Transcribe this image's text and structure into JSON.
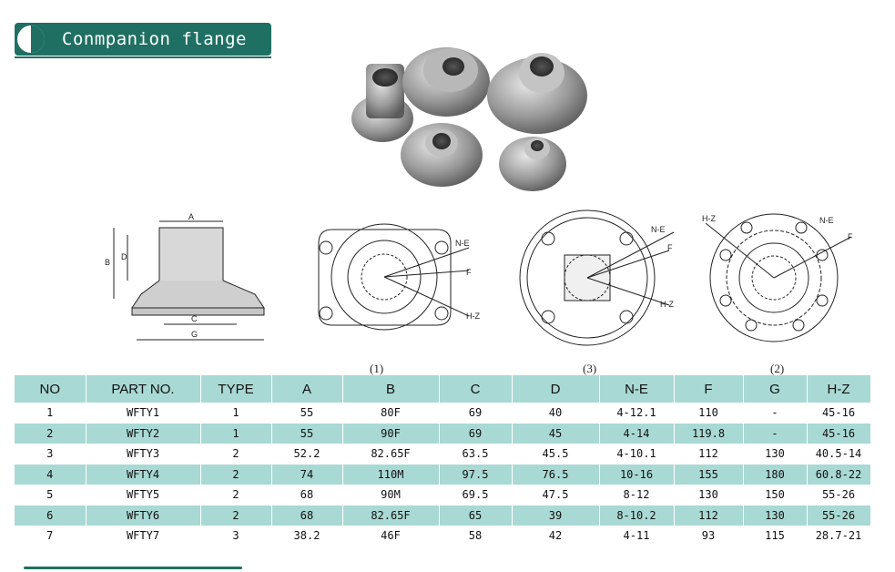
{
  "banner": {
    "title": "Conmpanion flange"
  },
  "drawings": {
    "profile": {
      "labels": [
        "A",
        "B",
        "D",
        "C",
        "G"
      ]
    },
    "view1": {
      "caption": "(1)",
      "labels": [
        "N-E",
        "F",
        "H-Z"
      ]
    },
    "view3": {
      "caption": "(3)",
      "labels": [
        "N-E",
        "F",
        "H-Z"
      ]
    },
    "view2": {
      "caption": "(2)",
      "labels": [
        "H-Z",
        "N-E",
        "F"
      ]
    }
  },
  "table": {
    "headers": [
      "NO",
      "PART NO.",
      "TYPE",
      "A",
      "B",
      "C",
      "D",
      "N-E",
      "F",
      "G",
      "H-Z"
    ],
    "rows": [
      [
        "1",
        "WFTY1",
        "1",
        "55",
        "80F",
        "69",
        "40",
        "4-12.1",
        "110",
        "-",
        "45-16"
      ],
      [
        "2",
        "WFTY2",
        "1",
        "55",
        "90F",
        "69",
        "45",
        "4-14",
        "119.8",
        "-",
        "45-16"
      ],
      [
        "3",
        "WFTY3",
        "2",
        "52.2",
        "82.65F",
        "63.5",
        "45.5",
        "4-10.1",
        "112",
        "130",
        "40.5-14"
      ],
      [
        "4",
        "WFTY4",
        "2",
        "74",
        "110M",
        "97.5",
        "76.5",
        "10-16",
        "155",
        "180",
        "60.8-22"
      ],
      [
        "5",
        "WFTY5",
        "2",
        "68",
        "90M",
        "69.5",
        "47.5",
        "8-12",
        "130",
        "150",
        "55-26"
      ],
      [
        "6",
        "WFTY6",
        "2",
        "68",
        "82.65F",
        "65",
        "39",
        "8-10.2",
        "112",
        "130",
        "55-26"
      ],
      [
        "7",
        "WFTY7",
        "3",
        "38.2",
        "46F",
        "58",
        "42",
        "4-11",
        "93",
        "115",
        "28.7-21"
      ]
    ]
  }
}
